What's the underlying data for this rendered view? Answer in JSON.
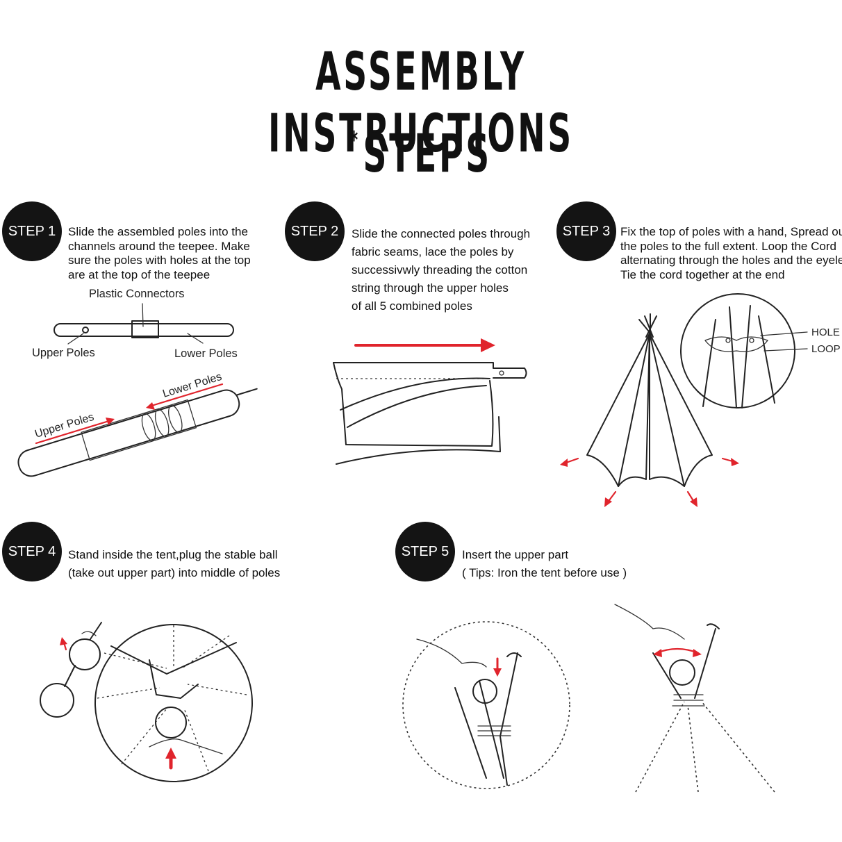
{
  "header": {
    "title": "ASSEMBLY INSTRUCTIONS",
    "subtitle_star": "*",
    "subtitle": "STEPS"
  },
  "steps": [
    {
      "badge": "STEP 1",
      "lines": [
        "Slide the assembled poles into the",
        "channels around the teepee. Make",
        "sure the poles with holes at the top",
        "are at the top of the teepee"
      ],
      "labels": {
        "plastic_connectors": "Plastic Connectors",
        "upper_poles": "Upper Poles",
        "lower_poles": "Lower Poles",
        "tube_upper": "Upper Poles",
        "tube_lower": "Lower Poles"
      }
    },
    {
      "badge": "STEP 2",
      "lines": [
        "Slide the connected poles through",
        "fabric seams, lace the poles by",
        "successivwly threading the cotton",
        "string through the upper holes",
        "of all 5 combined poles"
      ]
    },
    {
      "badge": "STEP 3",
      "lines": [
        "Fix the top of poles with a hand, Spread out",
        "the poles to the full extent. Loop the Cord",
        "alternating through the holes and the eyelets.",
        "Tie the cord together at the end"
      ],
      "labels": {
        "hole": "HOLE",
        "loop": "LOOP"
      }
    },
    {
      "badge": "STEP 4",
      "lines": [
        "Stand inside the tent,plug the stable ball",
        "(take out upper part) into middle of poles"
      ]
    },
    {
      "badge": "STEP 5",
      "lines": [
        "Insert the upper part",
        "( Tips: Iron the tent before use )"
      ]
    }
  ],
  "colors": {
    "accent": "#e0242c",
    "badge": "#141414",
    "ink": "#111111"
  }
}
